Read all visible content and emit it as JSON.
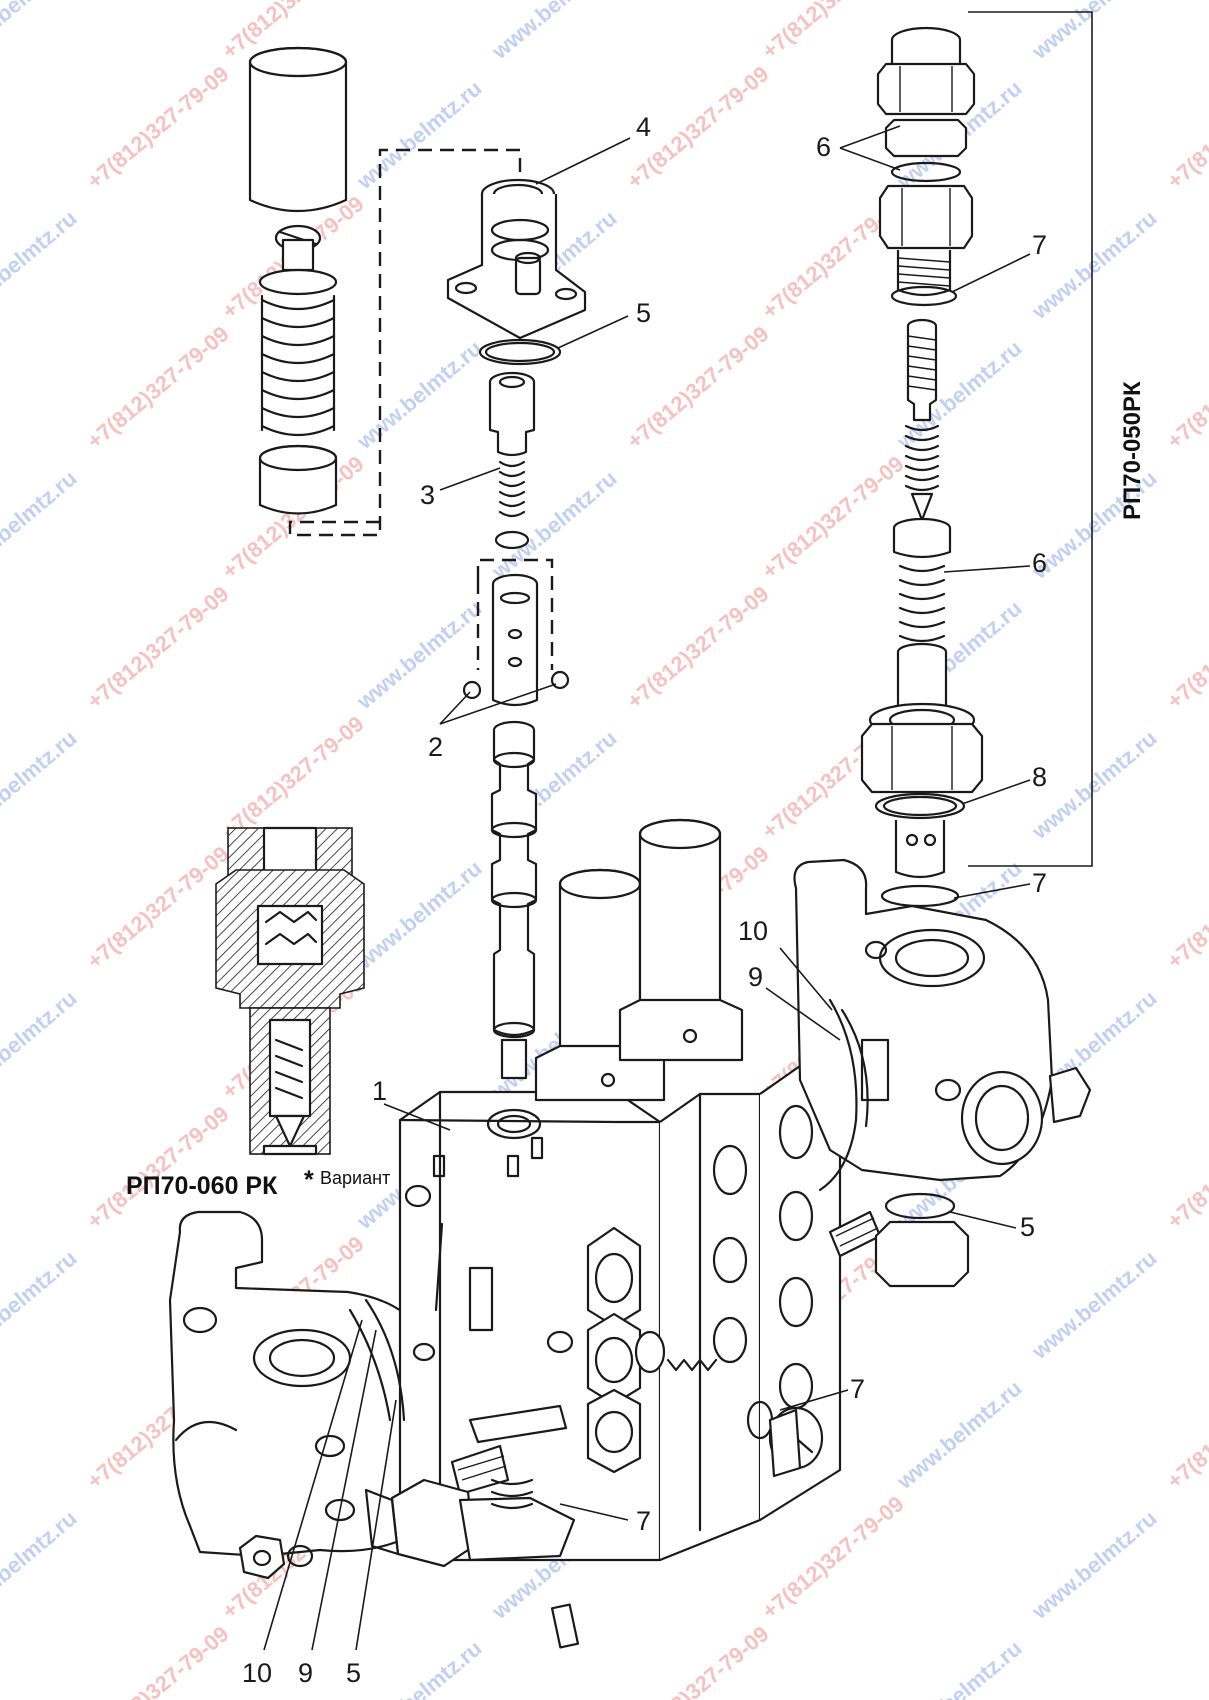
{
  "watermarks": {
    "site": "www.belmtz.ru",
    "phone": "+7(812)327-79-09",
    "site_color": "#8fa8e8",
    "phone_color": "#f08f8f"
  },
  "variant": {
    "title": "РП70-060 РК",
    "star": "*",
    "word": "Вариант"
  },
  "assembly_title": "РП70-050РК",
  "callouts": [
    "1",
    "2",
    "3",
    "4",
    "5",
    "6",
    "7",
    "8",
    "9",
    "10"
  ],
  "labels": {
    "c4": "4",
    "c5a": "5",
    "c3": "3",
    "c2": "2",
    "c1": "1",
    "c6a": "6",
    "c7a": "7",
    "c6b": "6",
    "c8": "8",
    "c7b": "7",
    "c10a": "10",
    "c9a": "9",
    "c5b": "5",
    "c7c": "7",
    "c7d": "7",
    "c10b": "10",
    "c9b": "9",
    "c5c": "5"
  }
}
